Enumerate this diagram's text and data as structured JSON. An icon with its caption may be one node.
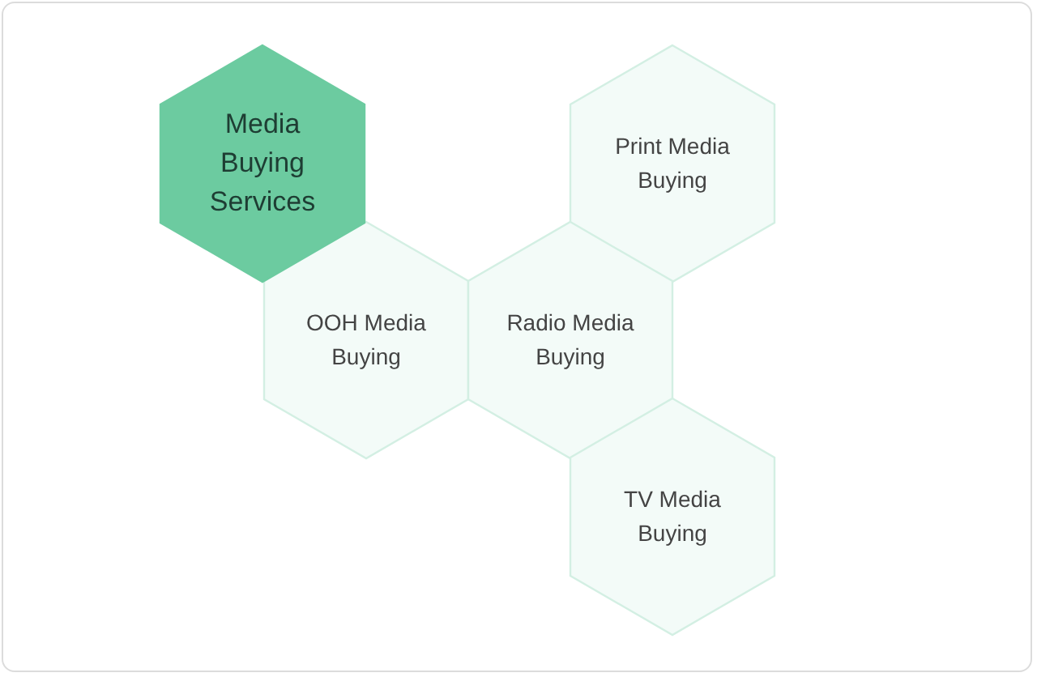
{
  "diagram": {
    "nodes": [
      {
        "text": [
          "Media Buying Services"
        ]
      },
      {
        "text": [
          "Print Media Buying"
        ]
      },
      {
        "text": [
          "OOH Media Buying"
        ]
      },
      {
        "text": [
          "Radio Media Buying"
        ]
      },
      {
        "text": [
          "TV Media Buying"
        ]
      }
    ],
    "edges": []
  }
}
